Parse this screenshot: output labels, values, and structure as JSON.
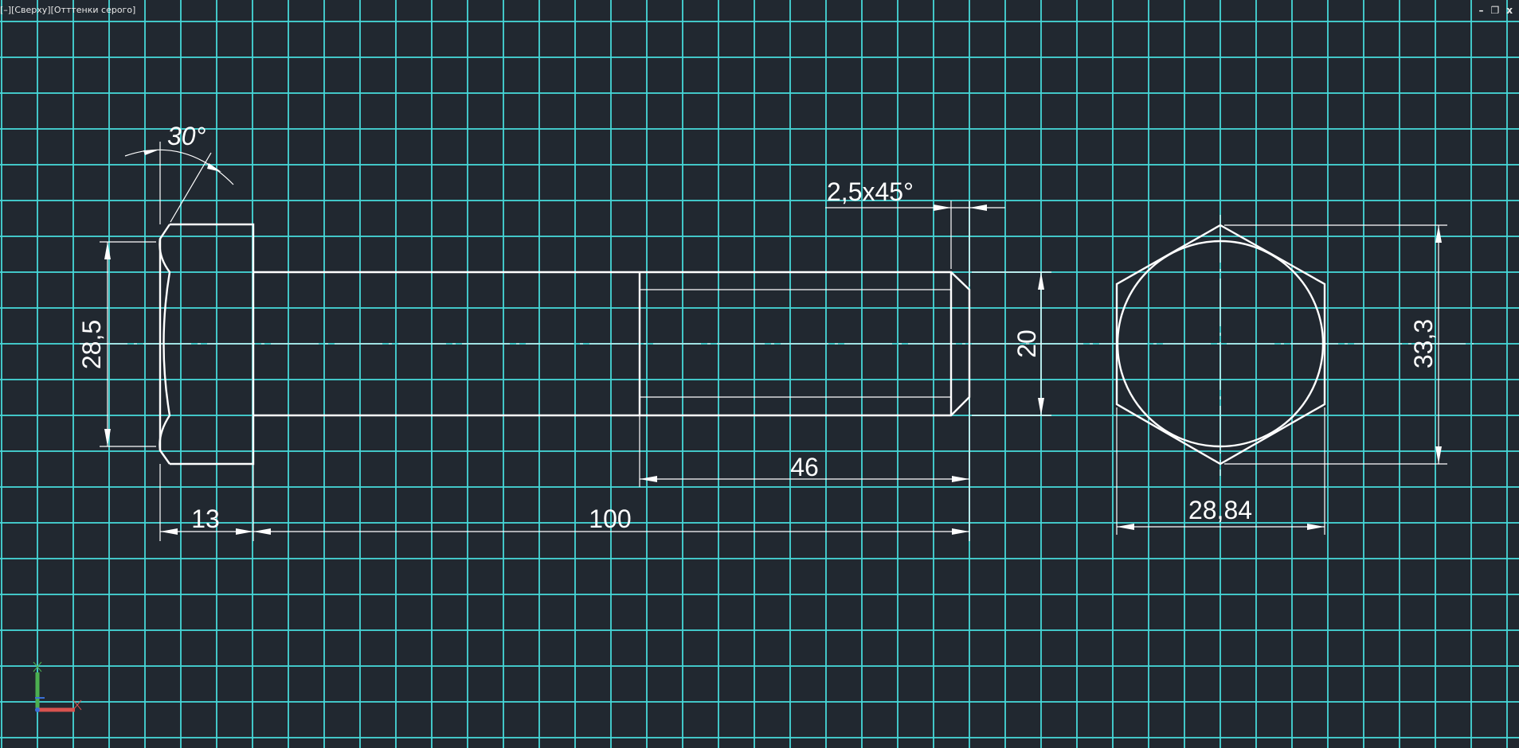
{
  "viewport": {
    "label": "[–][Сверху][Отттенки серого]"
  },
  "window_controls": {
    "minimize": "–",
    "restore": "❐",
    "close": "x"
  },
  "dimensions": {
    "angle": "30°",
    "head_height": "28,5",
    "head_length": "13",
    "total_length": "100",
    "thread_length": "46",
    "chamfer": "2,5x45°",
    "diameter": "20",
    "across_corners": "33,3",
    "across_flats": "28,84"
  },
  "ucs": {
    "x_color": "#d9534f",
    "y_color": "#4caf50",
    "z_color": "#3a6fd8"
  },
  "colors": {
    "background": "#212830",
    "grid": "#46d7d7",
    "lines": "#ffffff"
  }
}
